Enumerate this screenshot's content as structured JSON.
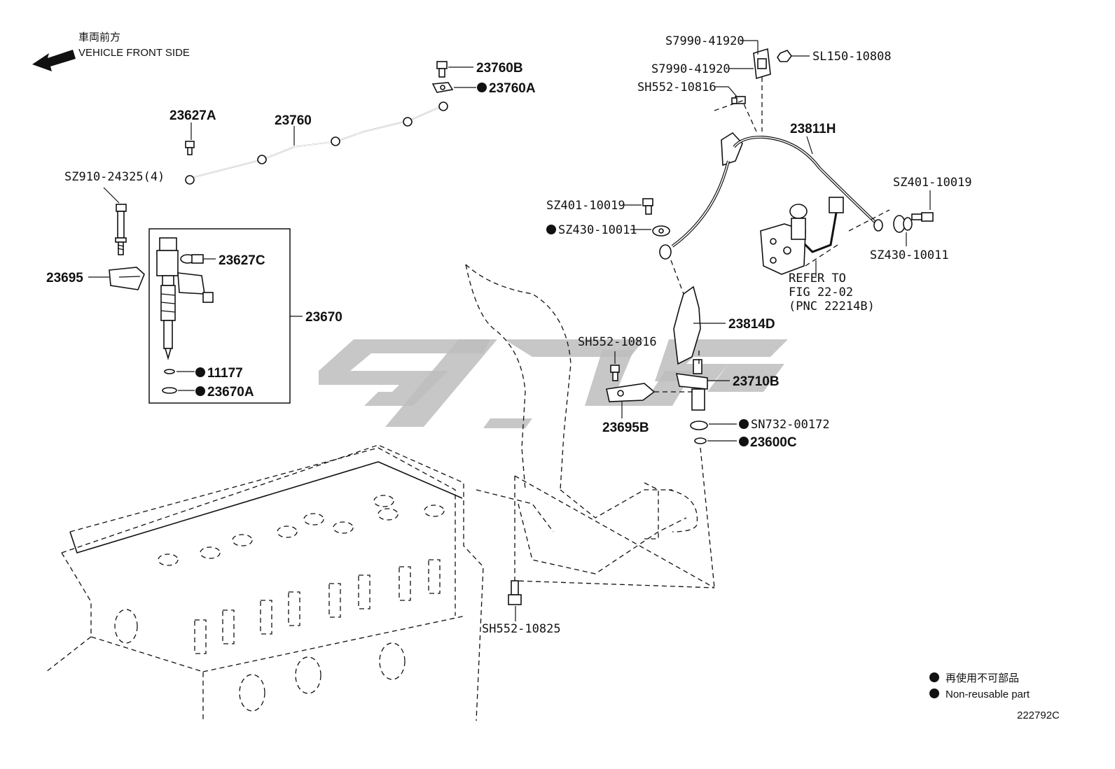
{
  "header": {
    "direction_jp": "車両前方",
    "direction_en": "VEHICLE FRONT SIDE"
  },
  "labels": {
    "p23760B": "23760B",
    "p23760A": "23760A",
    "p23627A": "23627A",
    "p23760": "23760",
    "pSZ910": "SZ910-24325(4)",
    "p23695": "23695",
    "p23627C": "23627C",
    "p23670": "23670",
    "p11177": "11177",
    "p23670A": "23670A",
    "pS7990a": "S7990-41920",
    "pS7990b": "S7990-41920",
    "pSL150": "SL150-10808",
    "pSH552a": "SH552-10816",
    "p23811H": "23811H",
    "pSZ401a": "SZ401-10019",
    "pSZ430a": "SZ430-10011",
    "pSZ401b": "SZ401-10019",
    "pSZ430b": "SZ430-10011",
    "refer1": "REFER TO",
    "refer2": "FIG 22-02",
    "refer3": "(PNC 22214B)",
    "p23814D": "23814D",
    "pSH552b": "SH552-10816",
    "p23710B": "23710B",
    "p23695B": "23695B",
    "pSN732": "SN732-00172",
    "p23600C": "23600C",
    "pSH552c": "SH552-10825"
  },
  "legend": {
    "jp": "再使用不可部品",
    "en": "Non-reusable part"
  },
  "figure_code": "222792C"
}
